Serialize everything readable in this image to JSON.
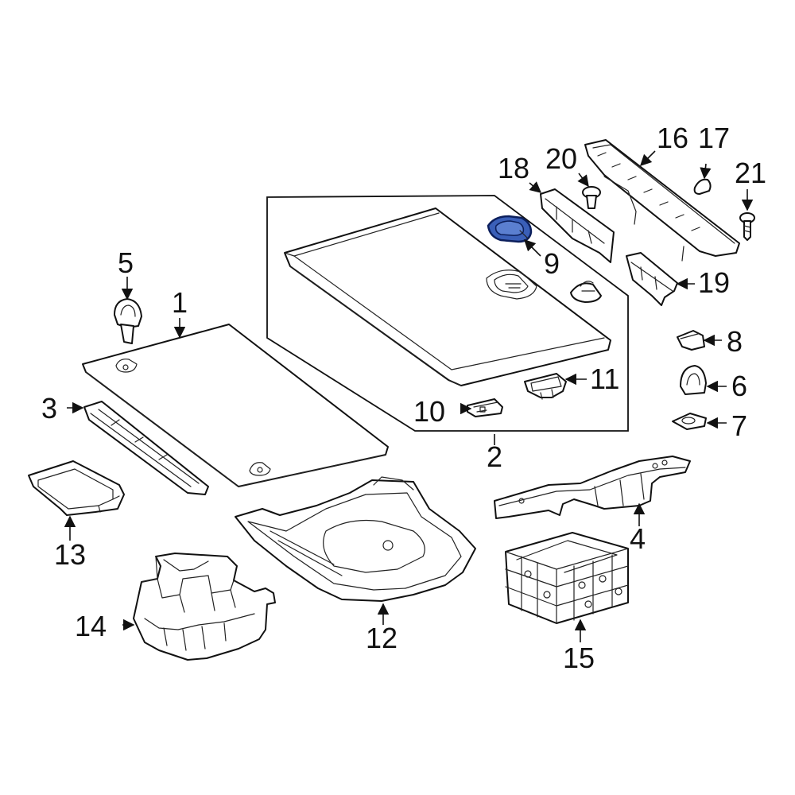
{
  "callouts": {
    "c1": "1",
    "c2": "2",
    "c3": "3",
    "c4": "4",
    "c5": "5",
    "c6": "6",
    "c7": "7",
    "c8": "8",
    "c9": "9",
    "c10": "10",
    "c11": "11",
    "c12": "12",
    "c13": "13",
    "c14": "14",
    "c15": "15",
    "c16": "16",
    "c17": "17",
    "c18": "18",
    "c19": "19",
    "c20": "20",
    "c21": "21"
  },
  "highlight": {
    "part": "9",
    "color": "#3a5fb8"
  },
  "colors": {
    "line": "#111111",
    "background": "#ffffff"
  }
}
